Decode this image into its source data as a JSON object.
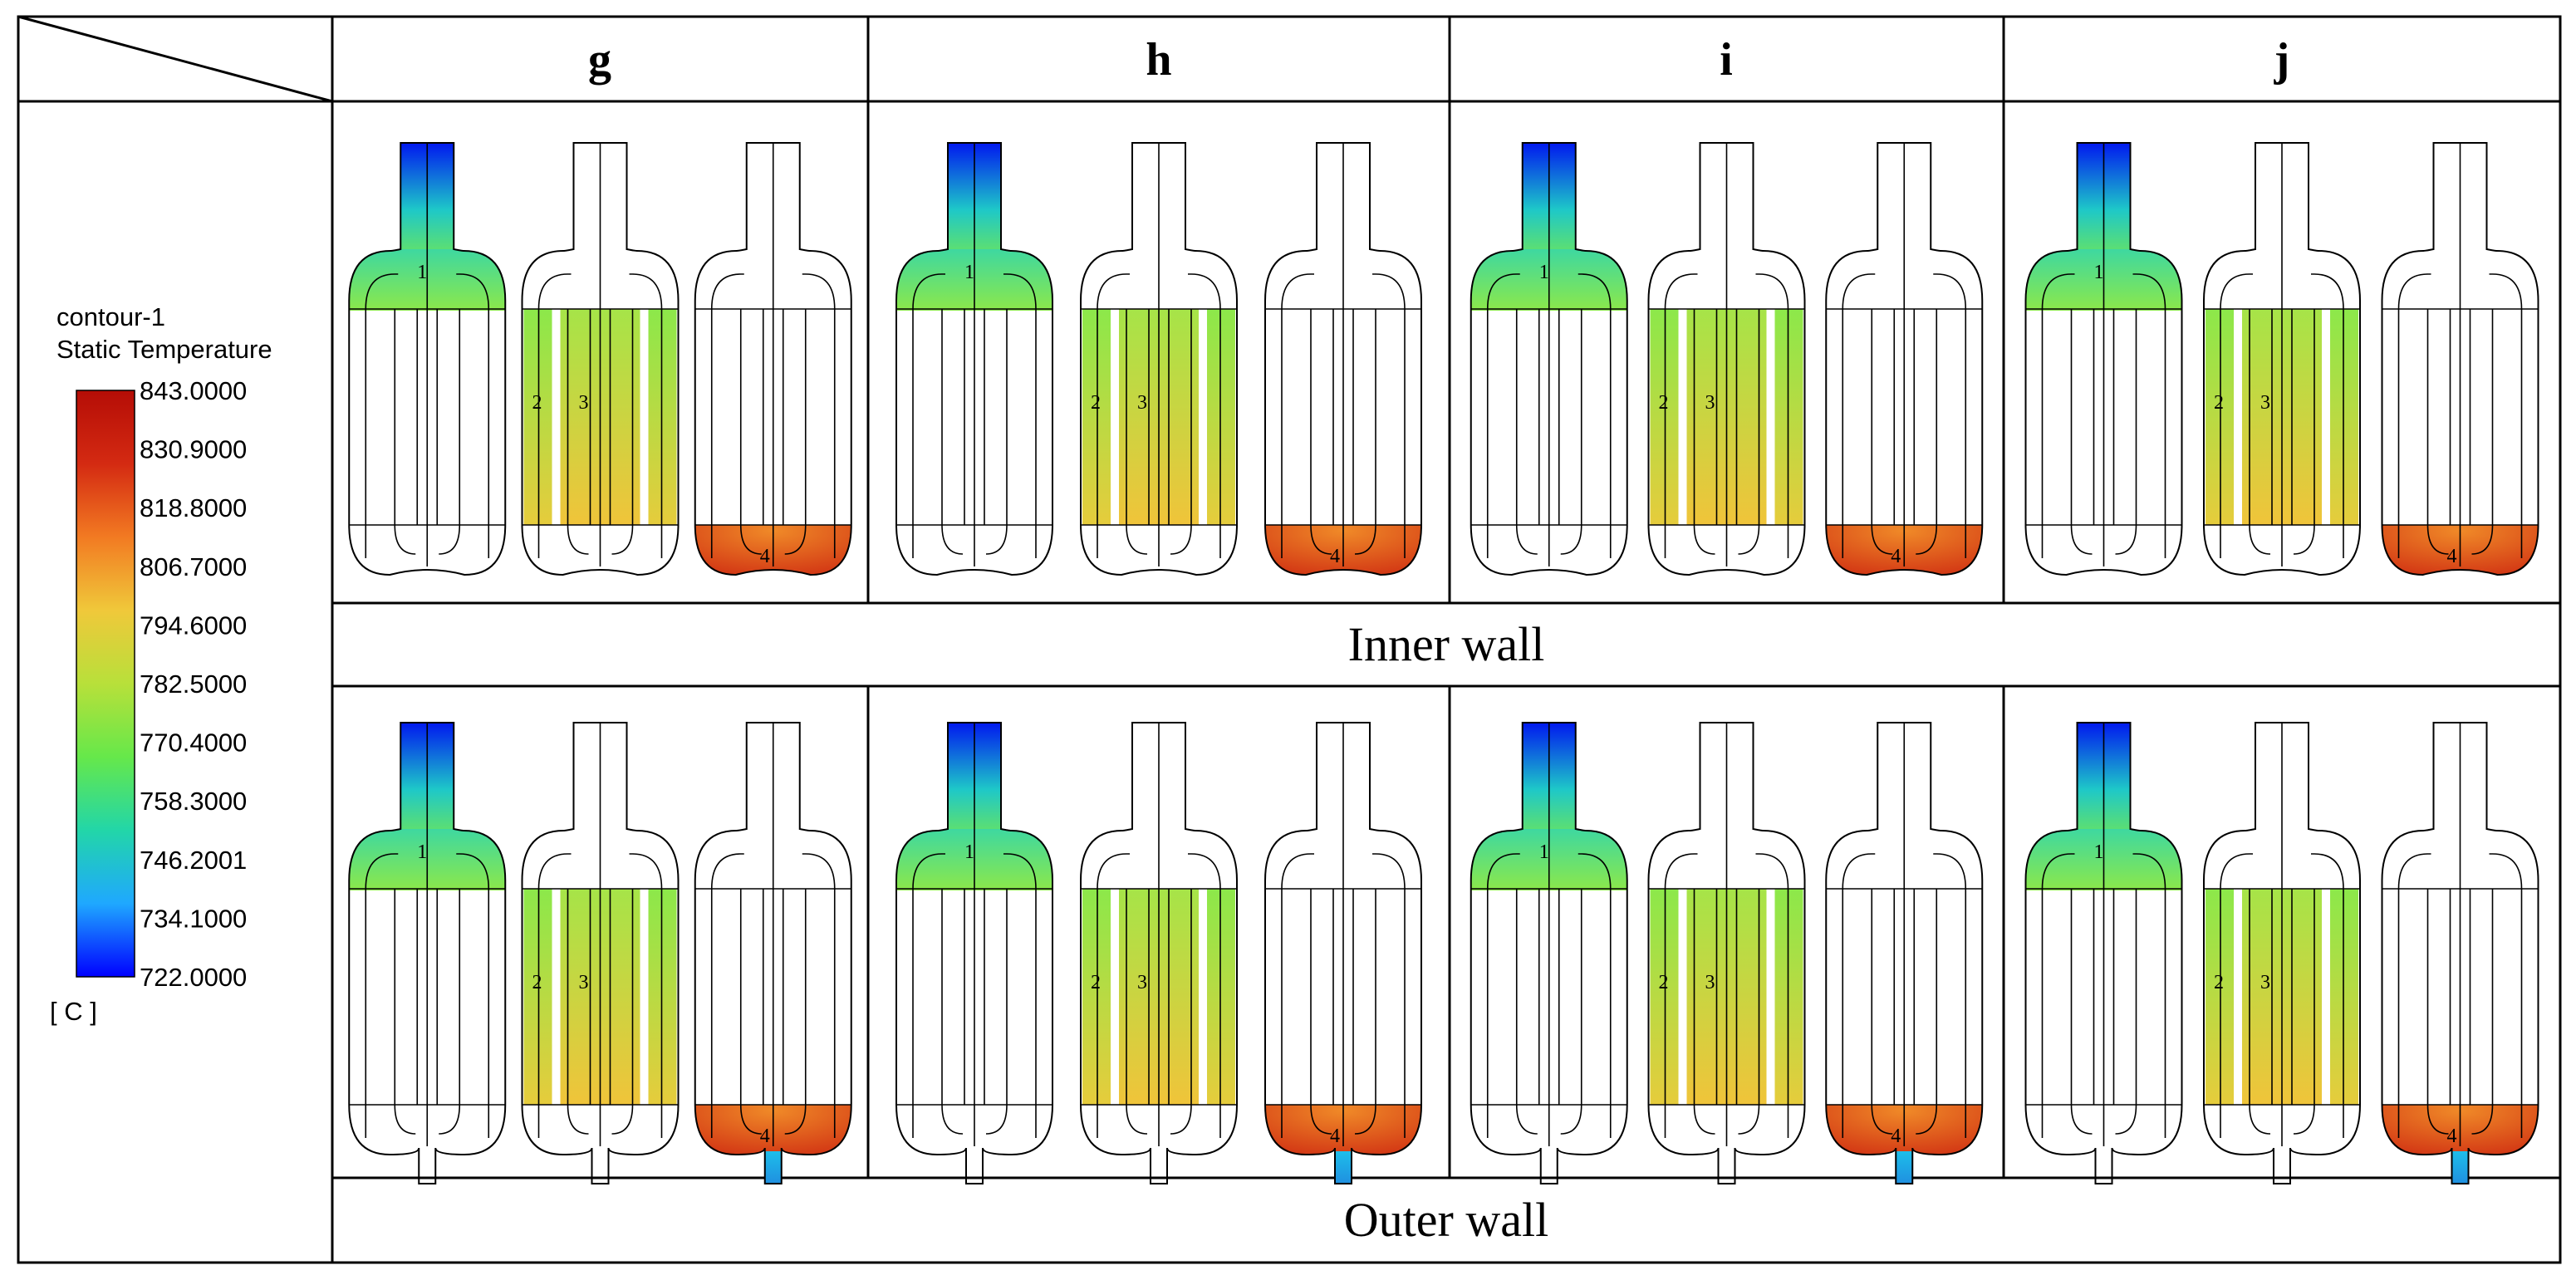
{
  "table": {
    "columns": [
      "g",
      "h",
      "i",
      "j"
    ],
    "rows": [
      {
        "label": "Inner wall",
        "has_drain": false
      },
      {
        "label": "Outer wall",
        "has_drain": true
      }
    ]
  },
  "legend": {
    "title_line1": "contour-1",
    "title_line2": "Static Temperature",
    "unit": "[ C ]",
    "ticks": [
      "843.0000",
      "830.9000",
      "818.8000",
      "806.7000",
      "794.6000",
      "782.5000",
      "770.4000",
      "758.3000",
      "746.2001",
      "734.1000",
      "722.0000"
    ],
    "min_value": 722.0,
    "max_value": 843.0,
    "colormap": [
      "#0000ff",
      "#1fa8ff",
      "#22d6a8",
      "#66e84a",
      "#b8e03a",
      "#f0c83a",
      "#f27a22",
      "#d42a12",
      "#b50d06"
    ]
  },
  "stage_labels": [
    "1",
    "2",
    "3",
    "4"
  ],
  "colors": {
    "stage1_top": "#0014f0",
    "stage1_mid": "#1ec8c8",
    "stage1_bottom": "#74e850",
    "stage2_top": "#8ce84a",
    "stage2_bottom": "#e6cc3c",
    "stage3_top": "#a6e448",
    "stage3_bottom": "#f0c43a",
    "stage4_inner": "#f08a28",
    "stage4_outer": "#cf2d12",
    "drain_top": "#1ebeea",
    "drain_bottom": "#1f8fe0"
  }
}
